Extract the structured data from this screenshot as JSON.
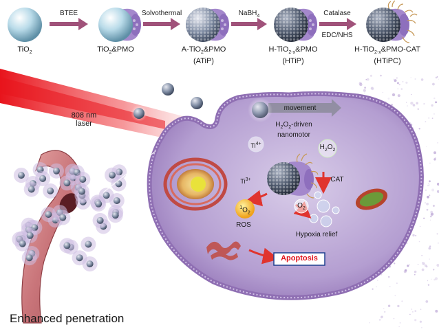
{
  "synthesis": {
    "products": [
      {
        "name": "TiO",
        "sub": "2",
        "suffix": "",
        "sub2": "",
        "tail": "",
        "abbr": ""
      },
      {
        "name": "TiO",
        "sub": "2",
        "suffix": "&PMO",
        "sub2": "",
        "tail": "",
        "abbr": ""
      },
      {
        "name": "A-TiO",
        "sub": "2",
        "suffix": "&PMO",
        "sub2": "",
        "tail": "",
        "abbr": "(ATiP)"
      },
      {
        "name": "H-TiO",
        "sub": "2-x",
        "suffix": "&PMO",
        "sub2": "",
        "tail": "",
        "abbr": "(HTiP)"
      },
      {
        "name": "H-TiO",
        "sub": "2-x",
        "suffix": "&PMO-CAT",
        "sub2": "",
        "tail": "",
        "abbr": "(HTiPC)"
      }
    ],
    "steps": [
      {
        "label": "BTEE",
        "label_sub": "",
        "label2": ""
      },
      {
        "label": "Solvothermal",
        "label_sub": "",
        "label2": ""
      },
      {
        "label": "NaBH",
        "label_sub": "4",
        "label2": ""
      },
      {
        "label": "Catalase",
        "label_sub": "",
        "label2": "EDC/NHS"
      }
    ]
  },
  "laser": {
    "line1": "808 nm",
    "line2": "laser"
  },
  "cell": {
    "movement": "movement",
    "nanomotor_l1": "H",
    "nanomotor_sub1": "2",
    "nanomotor_mid": "O",
    "nanomotor_sub2": "2",
    "nanomotor_tail": "-driven",
    "nanomotor_l2": "nanomotor",
    "ti4": {
      "base": "Ti",
      "sup": "4+"
    },
    "ti3": {
      "base": "Ti",
      "sup": "3+"
    },
    "h2o2": {
      "base": "H",
      "sub1": "2",
      "mid": "O",
      "sub2": "2"
    },
    "o2": {
      "base": "O",
      "sub": "2"
    },
    "singlet_o2": {
      "sup": "1",
      "base": "O",
      "sub": "2"
    },
    "cat": "CAT",
    "ros": "ROS",
    "hypoxia": "Hypoxia relief",
    "apoptosis": "Apoptosis"
  },
  "footer": {
    "penetration": "Enhanced penetration"
  },
  "colors": {
    "arrow": "#a0527a",
    "cell_fill": "#b9a3d4",
    "cell_edge": "#8f6fb3",
    "laser": "#e8141c",
    "vessel": "#c9757a",
    "apoptosis_text": "#e0111b",
    "apoptosis_box": "#1f3f8f",
    "pmo": "#a488cc"
  }
}
